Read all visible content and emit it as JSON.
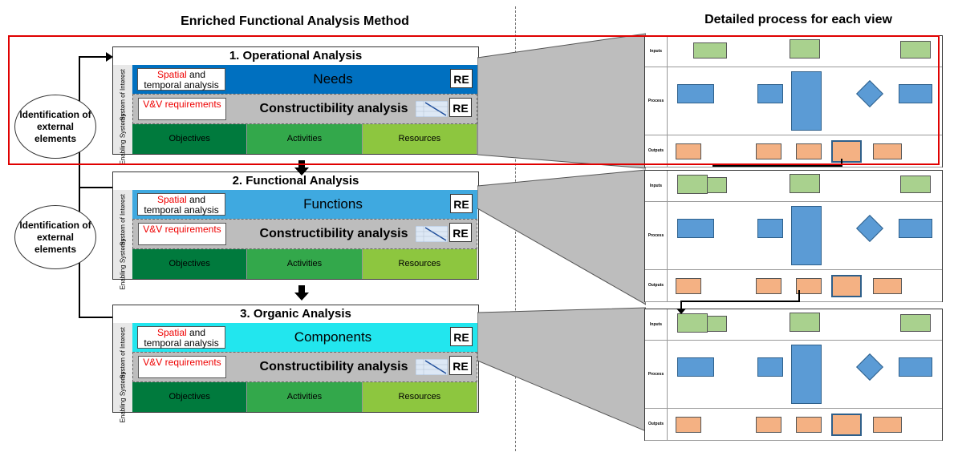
{
  "left_title": "Enriched Functional Analysis Method",
  "right_title": "Detailed process for each view",
  "panels": [
    {
      "title": "1. Operational Analysis",
      "main": "Needs",
      "main_color": "#0070c0"
    },
    {
      "title": "2. Functional Analysis",
      "main": "Functions",
      "main_color": "#3fa9e0"
    },
    {
      "title": "3. Organic Analysis",
      "main": "Components",
      "main_color": "#22e6ee"
    }
  ],
  "row_labels": {
    "system_of_interest": "System of Interest",
    "enabling_systems": "Enabling Systems",
    "spatial_red": "Spatial",
    "spatial_rest": " and temporal analysis",
    "vv": "V&V requirements",
    "constructibility": "Constructibility analysis",
    "re": "RE"
  },
  "enabling": [
    "Objectives",
    "Activities",
    "Resources"
  ],
  "enabling_colors": [
    "#007a3d",
    "#33a84b",
    "#8dc63f"
  ],
  "ellipse_label": "Identification of external elements",
  "process_lanes": [
    "Inputs",
    "Process",
    "Outputs"
  ],
  "highlight_color": "#e00000"
}
